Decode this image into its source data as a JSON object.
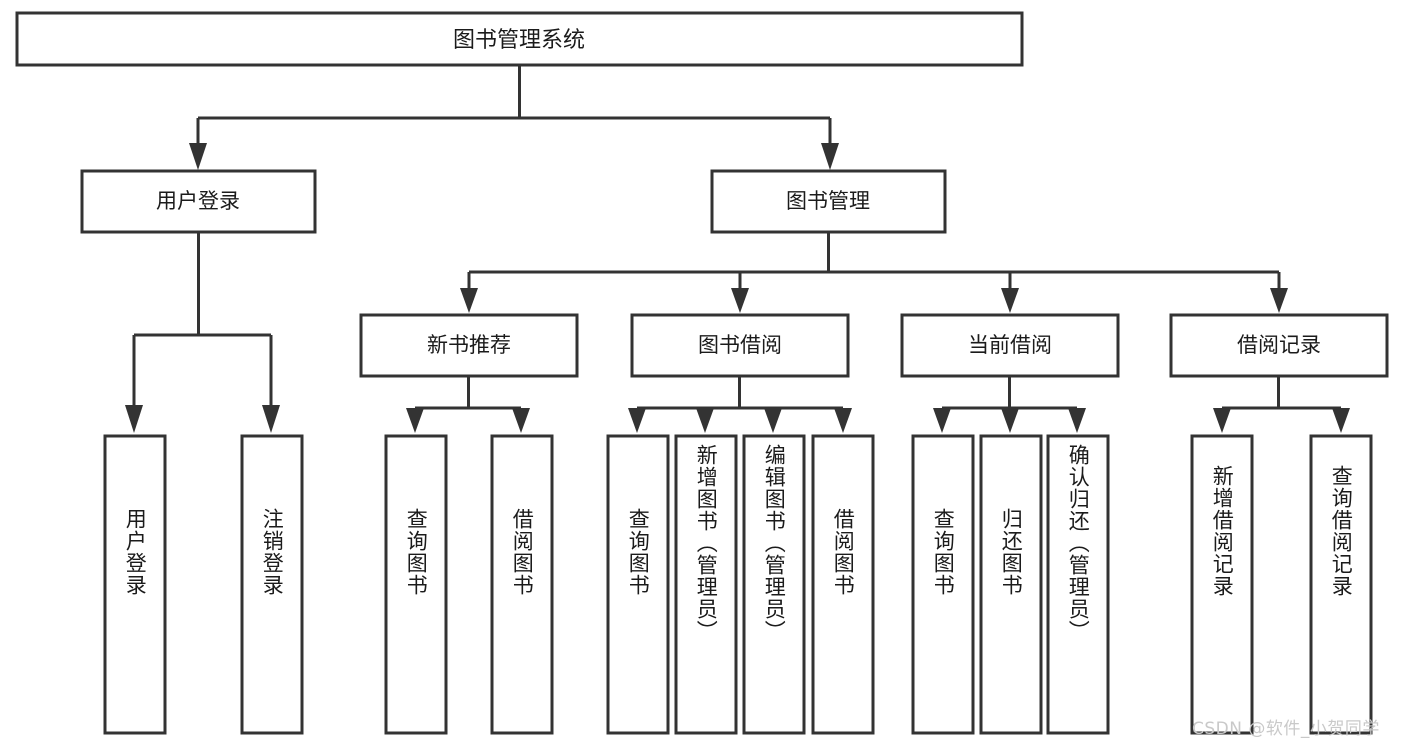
{
  "diagram": {
    "type": "tree-hierarchy-chart",
    "title": "图书管理系统",
    "watermark": "CSDN @软件_小贺同学",
    "colors": {
      "background": "#ffffff",
      "box_fill": "#ffffff",
      "box_stroke": "#333333",
      "text": "#1b1b1b",
      "watermark": "#c9c9c9"
    },
    "levels": [
      {
        "level": 1,
        "nodes": [
          {
            "id": "root",
            "label": "图书管理系统",
            "orientation": "horizontal"
          }
        ]
      },
      {
        "level": 2,
        "nodes": [
          {
            "id": "user-login",
            "label": "用户登录",
            "orientation": "horizontal",
            "parent": "root"
          },
          {
            "id": "book-manage",
            "label": "图书管理",
            "orientation": "horizontal",
            "parent": "root"
          }
        ]
      },
      {
        "level": 3,
        "nodes": [
          {
            "id": "new-book-rec",
            "label": "新书推荐",
            "orientation": "horizontal",
            "parent": "book-manage"
          },
          {
            "id": "book-borrow",
            "label": "图书借阅",
            "orientation": "horizontal",
            "parent": "book-manage"
          },
          {
            "id": "current-borrow",
            "label": "当前借阅",
            "orientation": "horizontal",
            "parent": "book-manage"
          },
          {
            "id": "borrow-record",
            "label": "借阅记录",
            "orientation": "horizontal",
            "parent": "book-manage"
          }
        ]
      },
      {
        "level": 4,
        "nodes": [
          {
            "id": "leaf-1",
            "label": "用户登录",
            "orientation": "vertical",
            "parent": "user-login"
          },
          {
            "id": "leaf-2",
            "label": "注销登录",
            "orientation": "vertical",
            "parent": "user-login"
          },
          {
            "id": "leaf-3",
            "label": "查询图书",
            "orientation": "vertical",
            "parent": "new-book-rec"
          },
          {
            "id": "leaf-4",
            "label": "借阅图书",
            "orientation": "vertical",
            "parent": "new-book-rec"
          },
          {
            "id": "leaf-5",
            "label": "查询图书",
            "orientation": "vertical",
            "parent": "book-borrow"
          },
          {
            "id": "leaf-6",
            "label": "新增图书（管理员）",
            "orientation": "vertical",
            "parent": "book-borrow"
          },
          {
            "id": "leaf-7",
            "label": "编辑图书（管理员）",
            "orientation": "vertical",
            "parent": "book-borrow"
          },
          {
            "id": "leaf-8",
            "label": "借阅图书",
            "orientation": "vertical",
            "parent": "book-borrow"
          },
          {
            "id": "leaf-9",
            "label": "查询图书",
            "orientation": "vertical",
            "parent": "current-borrow"
          },
          {
            "id": "leaf-10",
            "label": "归还图书",
            "orientation": "vertical",
            "parent": "current-borrow"
          },
          {
            "id": "leaf-11",
            "label": "确认归还（管理员）",
            "orientation": "vertical",
            "parent": "current-borrow"
          },
          {
            "id": "leaf-12",
            "label": "新增借阅记录",
            "orientation": "vertical",
            "parent": "borrow-record"
          },
          {
            "id": "leaf-13",
            "label": "查询借阅记录",
            "orientation": "vertical",
            "parent": "borrow-record"
          }
        ]
      }
    ]
  }
}
